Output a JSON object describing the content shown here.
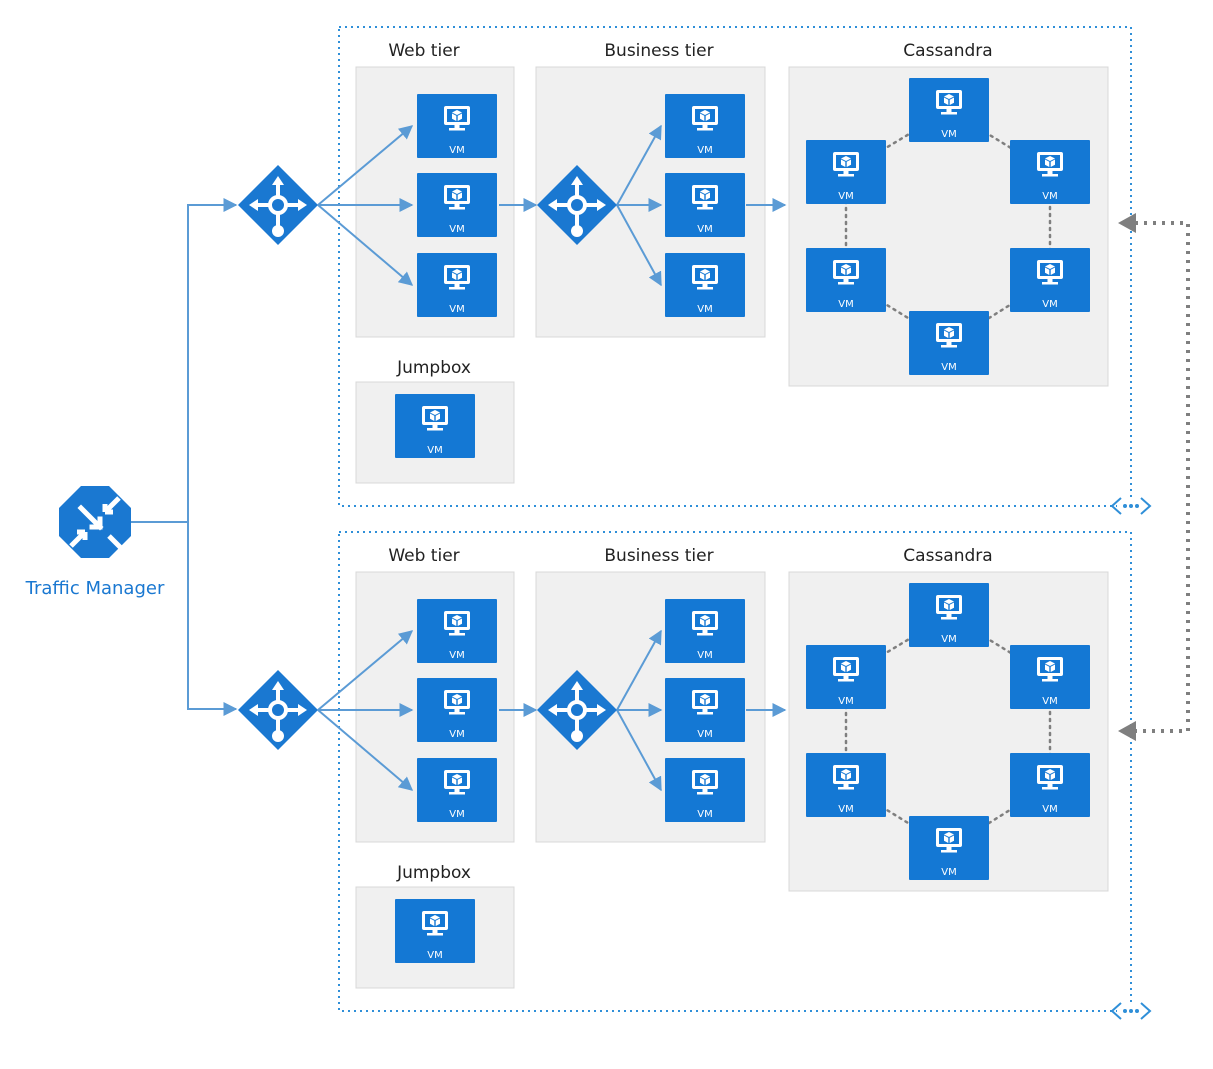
{
  "colors": {
    "accent": "#1a78d1",
    "vm_tile": "#1478d4",
    "tier_fill": "#f0f0f0",
    "tier_border": "#d8d8d8",
    "region_border": "#2f8fd8",
    "flow_line": "#5b9bd5",
    "peer_line": "#7f7f7f",
    "label_text": "#222222"
  },
  "traffic_manager": {
    "label": "Traffic Manager",
    "icon": "traffic-manager-icon"
  },
  "regions": [
    {
      "web_tier_label": "Web tier",
      "business_tier_label": "Business tier",
      "cassandra_label": "Cassandra",
      "jumpbox_label": "Jumpbox",
      "vnet_icon": "vnet-icon",
      "load_balancer_icon": "load-balancer-icon"
    },
    {
      "web_tier_label": "Web tier",
      "business_tier_label": "Business tier",
      "cassandra_label": "Cassandra",
      "jumpbox_label": "Jumpbox",
      "vnet_icon": "vnet-icon",
      "load_balancer_icon": "load-balancer-icon"
    }
  ],
  "vm_label": "VM",
  "vm_icon": "virtual-machine-icon"
}
